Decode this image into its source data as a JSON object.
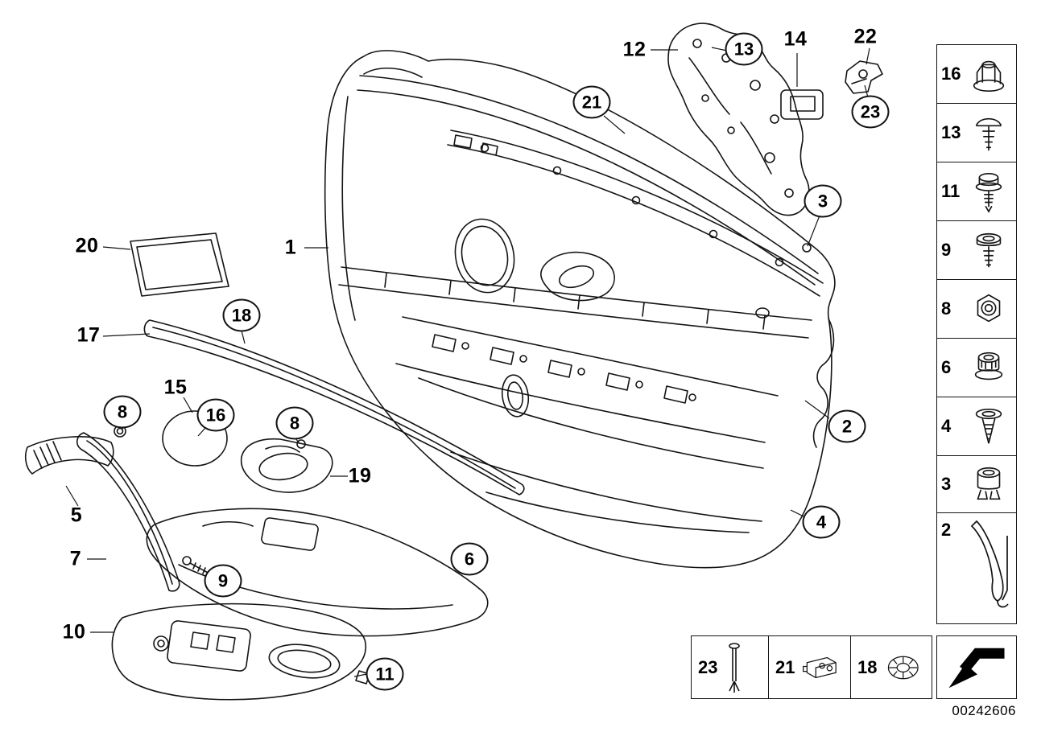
{
  "diagram": {
    "id": "00242606"
  },
  "callouts": {
    "plain": [
      {
        "label": "12"
      },
      {
        "label": "14"
      },
      {
        "label": "22"
      },
      {
        "label": "20"
      },
      {
        "label": "1"
      },
      {
        "label": "17"
      },
      {
        "label": "15"
      },
      {
        "label": "5"
      },
      {
        "label": "7"
      },
      {
        "label": "19"
      },
      {
        "label": "10"
      }
    ],
    "circled": [
      {
        "label": "13"
      },
      {
        "label": "23"
      },
      {
        "label": "21"
      },
      {
        "label": "3"
      },
      {
        "label": "18"
      },
      {
        "label": "8"
      },
      {
        "label": "16"
      },
      {
        "label": "8"
      },
      {
        "label": "2"
      },
      {
        "label": "4"
      },
      {
        "label": "6"
      },
      {
        "label": "9"
      },
      {
        "label": "11"
      }
    ]
  },
  "legend": {
    "side_items": [
      {
        "label": "16",
        "icon": "flange-nut"
      },
      {
        "label": "13",
        "icon": "expanding-rivet"
      },
      {
        "label": "11",
        "icon": "screw-with-washer"
      },
      {
        "label": "9",
        "icon": "washer-head-screw"
      },
      {
        "label": "8",
        "icon": "hex-nut"
      },
      {
        "label": "6",
        "icon": "rivet-nut"
      },
      {
        "label": "4",
        "icon": "expanding-clip"
      },
      {
        "label": "3",
        "icon": "grommet"
      },
      {
        "label": "2",
        "icon": "handle-bracket"
      }
    ],
    "bottom_items": [
      {
        "label": "23",
        "icon": "pin-rivet"
      },
      {
        "label": "21",
        "icon": "clamp-bracket"
      },
      {
        "label": "18",
        "icon": "trim-ring"
      }
    ]
  },
  "colors": {
    "line": "#141414",
    "background": "#ffffff"
  }
}
